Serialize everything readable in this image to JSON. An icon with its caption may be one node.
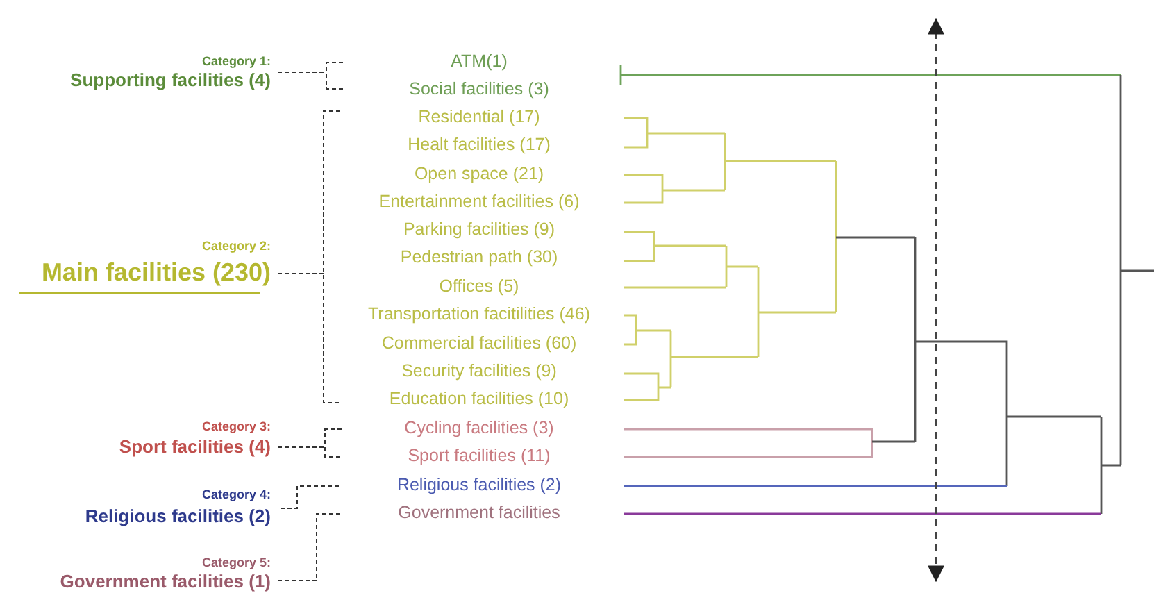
{
  "diagram": {
    "labels": [
      "Category 1:",
      "Supporting facilities (4)",
      "ATM(1)",
      "Social facilities (3)",
      "Category 2:",
      "Main facilities (230)",
      "Residential (17)",
      "Healt facilities (17)",
      "Open space (21)",
      "Entertainment facilities (6)",
      "Parking facilities (9)",
      "Pedestrian path (30)",
      "Offices (5)",
      "Transportation facitilities (46)",
      "Commercial facilities (60)",
      "Security facilities (9)",
      "Education facilities (10)",
      "Category 3:",
      "Sport facilities (4)",
      "Cycling facilities (3)",
      "Sport facilities (11)",
      "Category 4:",
      "Religious facilities (2)",
      "Religious facilities (2)",
      "Category 5:",
      "Government facilities (1)",
      "Government facilities"
    ]
  }
}
